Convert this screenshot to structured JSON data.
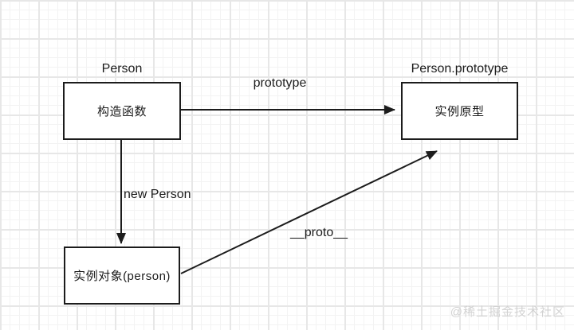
{
  "diagram": {
    "nodes": {
      "constructor_fn": {
        "title": "Person",
        "label": "构造函数"
      },
      "prototype_obj": {
        "title": "Person.prototype",
        "label": "实例原型"
      },
      "instance_obj": {
        "label": "实例对象(person)"
      }
    },
    "edges": {
      "prototype": {
        "label": "prototype"
      },
      "new_person": {
        "label": "new Person"
      },
      "proto": {
        "label": "__proto__"
      }
    },
    "colors": {
      "stroke": "#1c1c1c",
      "node_fill": "#ffffff",
      "grid_minor": "#f3f3f3",
      "grid_major": "#e7e7e7",
      "watermark": "#d2d2d2"
    }
  },
  "watermark": {
    "text": "@稀土掘金技术社区"
  }
}
